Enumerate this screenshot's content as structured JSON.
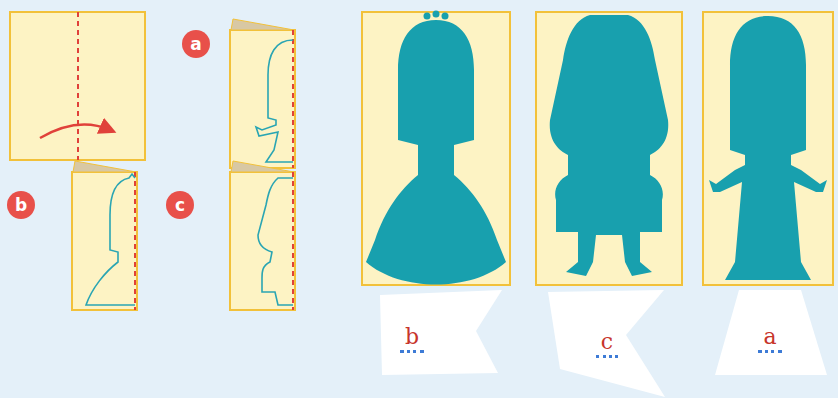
{
  "diagram": {
    "nodes": [
      {
        "text": [
          "a"
        ]
      },
      {
        "text": [
          "b"
        ]
      },
      {
        "text": [
          "c"
        ]
      },
      {
        "text": [
          "b"
        ]
      },
      {
        "text": [
          "c"
        ]
      },
      {
        "text": [
          "a"
        ]
      }
    ]
  }
}
